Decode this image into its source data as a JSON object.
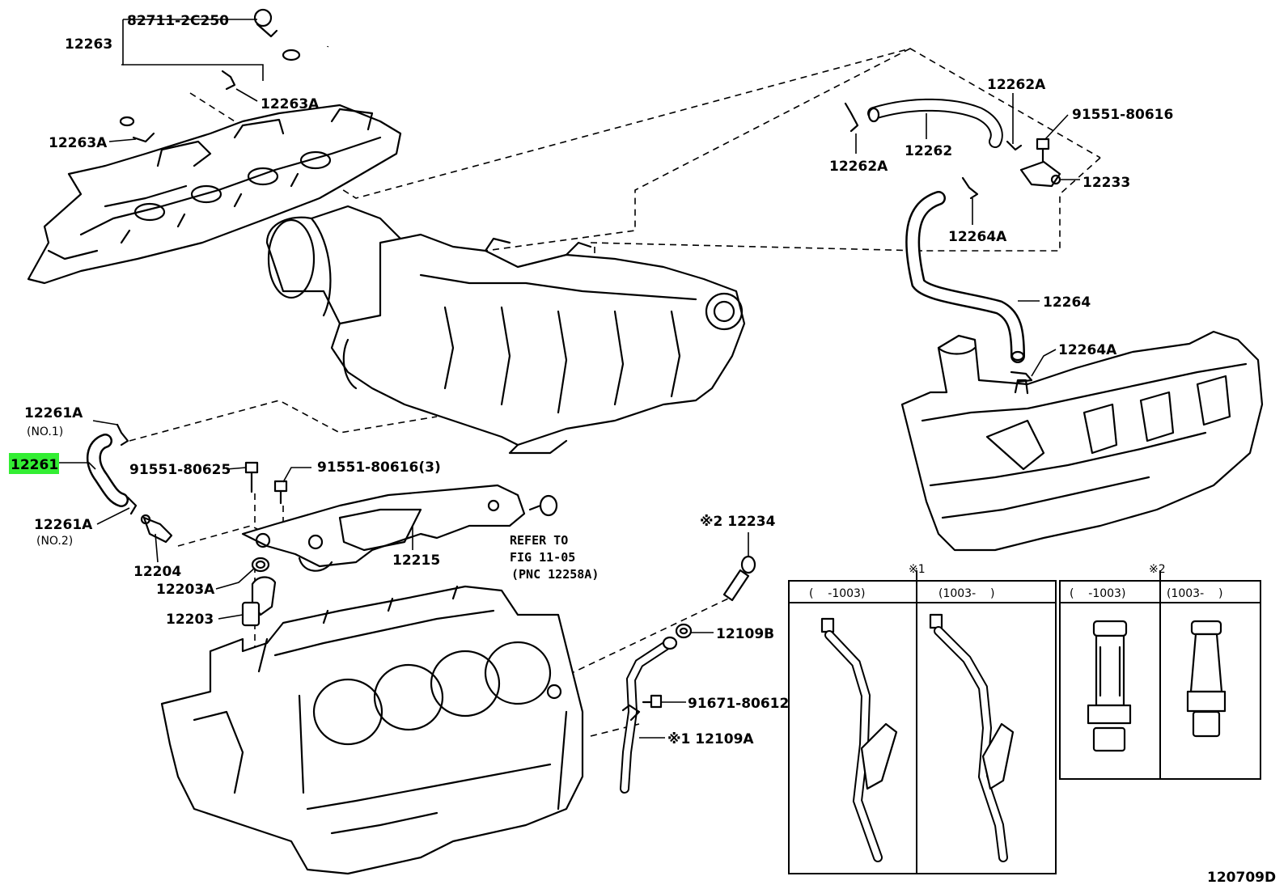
{
  "figure_code": "120709D",
  "highlight_color": "#33ee33",
  "labels": {
    "p82711": "82711-2C250",
    "p12263": "12263",
    "p12263a_top": "12263A",
    "p12263a_left": "12263A",
    "p12262a_top": "12262A",
    "p12262a_left": "12262A",
    "p12262": "12262",
    "p91551_80616_top": "91551-80616",
    "p12233": "12233",
    "p12264a_top": "12264A",
    "p12264": "12264",
    "p12264a_mid": "12264A",
    "p12261a_no1": "12261A",
    "no1": "(NO.1)",
    "p12261": "12261",
    "p91551_80625": "91551-80625",
    "p91551_80616_3": "91551-80616(3)",
    "p12261a_no2": "12261A",
    "no2": "(NO.2)",
    "p12204": "12204",
    "p12215": "12215",
    "refer_1": "REFER TO",
    "refer_2": "FIG 11-05",
    "refer_3": "(PNC 12258A)",
    "p12203a": "12203A",
    "p12203": "12203",
    "p12234": "※2 12234",
    "p12109b": "12109B",
    "p91671": "91671-80612",
    "p12109a": "※1 12109A"
  },
  "variant_boxes": {
    "box1": {
      "mark": "※1",
      "left_header": "(    -1003)",
      "right_header": "(1003-    )"
    },
    "box2": {
      "mark": "※2",
      "left_header": "(    -1003)",
      "right_header": "(1003-    )"
    }
  }
}
